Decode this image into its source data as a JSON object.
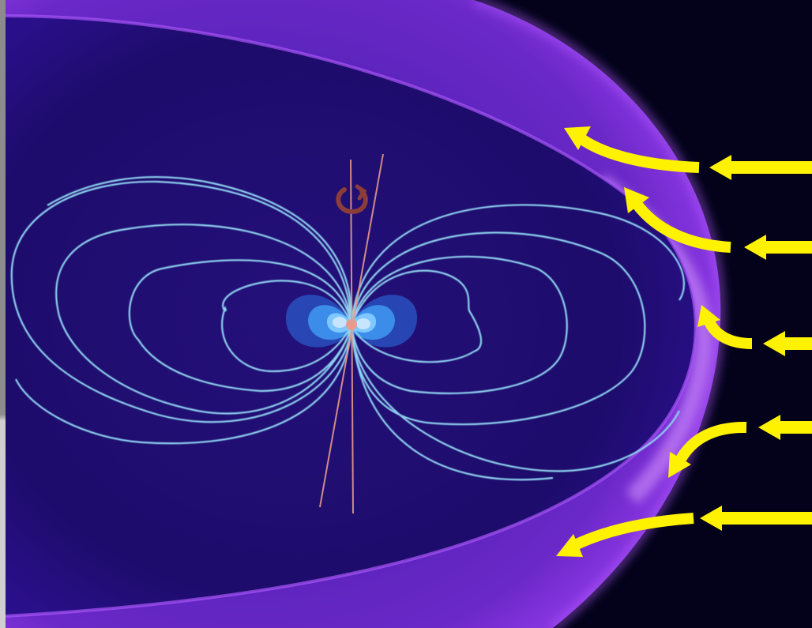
{
  "colors": {
    "background": "#03021a",
    "outer_sheath": "#8a2be2",
    "magnetopause_glow": "#c77dff",
    "cavity": "#1d0c6b",
    "field_lines": "#8fd3f0",
    "axis_lines": "#e39a8c",
    "rotation_arrow": "#8b3d3a",
    "solar_wind_arrows": "#fff200",
    "planet_core": "#cfe8ff",
    "belt_outer": "#2a5ac8",
    "belt_mid": "#3f95ef",
    "belt_inner": "#7fc8ff"
  },
  "icons": {
    "rotation": "rotation-arrow-icon",
    "solar_wind": "arrow-left-icon"
  },
  "solar_wind": {
    "arrow_count": 5,
    "direction": "right-to-left"
  },
  "field_line_loops_per_side": 5
}
